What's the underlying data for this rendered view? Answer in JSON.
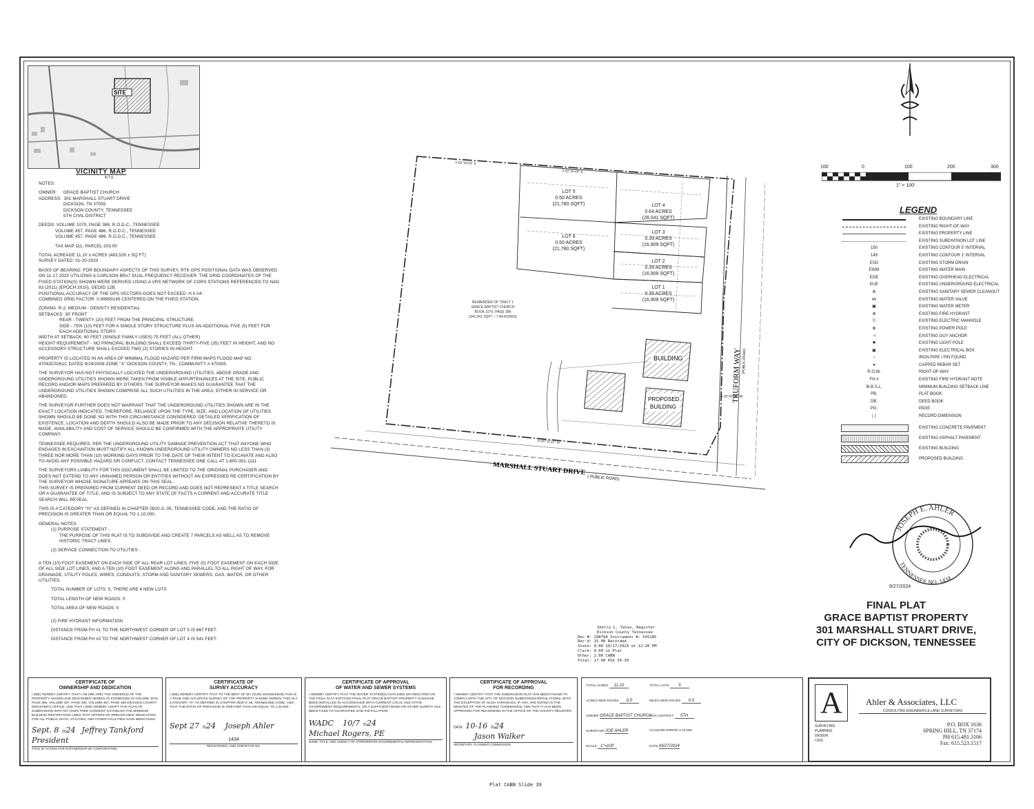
{
  "vicinity_map": {
    "title": "VICINITY MAP",
    "subtitle": "N.T.S.",
    "site_label": "SITE"
  },
  "notes": {
    "heading": "NOTES:",
    "owner_label": "OWNER:",
    "owner": "GRACE BAPTIST CHURCH",
    "address_label": "ADDRESS:",
    "address_lines": [
      "301 MARSHALL STUART DRIVE",
      "DICKSON, TN 37055",
      "DICKSON COUNTY, TENNESSEE",
      "5TH CIVIL DISTRICT"
    ],
    "deeds_label": "DEEDS:",
    "deeds": [
      "VOLUME 1070, PAGE 386, R.O.D.C., TENNESSEE",
      "VOLUME 457, PAGE 486, R.O.D.C., TENNESSEE",
      "VOLUME 457, PAGE 486, R.O.D.C., TENNESSEE"
    ],
    "tax_map": "TAX MAP 111, PARCEL 203.00",
    "total_acreage": "TOTAL ACREAGE 11.10 ± ACRES (483,535 ± SQ FT)",
    "survey_dated": "SURVEY DATED: 01-20-2023",
    "basis_of_bearing": "BASIS OF BEARING: FOR BOUNDARY ASPECTS OF THIS SURVEY, RTK GPS POSITIONAL DATA WAS OBSERVED ON 11-17-2020 UTILIZING A CARLSON BRx7 DUAL FREQUENCY RECEIVER. THE GRID COORDINATES OF THE FIXED STATION(S) SHOWN WERE DERIVED USING A VRS NETWORK OF CORS STATIONS REFERENCED TO NAD 83 (2011) (EPOCH 2010), GEOID 12B.",
    "positional_accuracy": "POSITIONAL ACCURACY OF THE GPS VECTORS DOES NOT EXCEED: H 0.04'.",
    "grid_factor": "COMBINED GRID FACTOR: 0.99993145 CENTERED ON THE FIXED STATION.",
    "zoning": "ZONING:      R-2, MEDIUM - DENSITY RESIDENTIAL",
    "setbacks": [
      "SETBACKS:    30' FRONT",
      "REAR - TWENTY (20) FEET FROM THE PRINCIPAL STRUCTURE.",
      "SIDE - TEN (10) FEET FOR A SINGLE STORY STRUCTURE PLUS AN ADDITIONAL FIVE (5) FEET FOR EACH ADDITIONAL STORY.",
      "WIDTH AT SETBACK: 60 FEET (SINGLE FAMILY USES) 75 FEET (ALL OTHER)",
      "HEIGHT REQUIREMENT - NO PRINCIPAL BUILDING SHALL EXCEED THIRTY-FIVE (35) FEET IN HEIGHT, AND NO ACCESSORY STRUCTURE SHALL EXCEED TWO (2) STORIES IN HEIGHT."
    ],
    "flood": "PROPERTY IS LOCATED IN AN AREA OF MINIMAL FLOOD HAZARD PER FIRM MAPS FLOOD MAP NO. 47043C0261C DATED 9/29/2008 ZONE \"X\" DICKSON COUNTY, TN., COMMUNITY # 470305.",
    "utilities_1": "THE SURVEYOR HAS NOT PHYSICALLY LOCATED THE UNDERGROUND UTILITIES. ABOVE GRADE AND UNDERGROUND UTILITIES SHOWN WERE TAKEN FROM VISIBLE APPURTENANCES AT THE SITE, PUBLIC RECORD AND/OR MAPS PREPARED BY OTHERS. THE SURVEYOR MAKES NO GUARANTEE THAT THE UNDERGROUND UTILITIES SHOWN COMPRISE ALL SUCH UTILITIES IN THE AREA, EITHER IN SERVICE OR ABANDONED.",
    "utilities_2": "THE SURVEYOR FURTHER DOES NOT WARRANT THAT THE UNDERGROUND UTILITIES SHOWN ARE IN THE EXACT LOCATION INDICATED. THEREFORE, RELIANCE UPON THE TYPE, SIZE, AND LOCATION OF UTILITIES SHOWN SHOULD BE DONE SO WITH THIS CIRCUMSTANCE CONSIDERED. DETAILED VERIFICATION OF EXISTENCE, LOCATION AND DEPTH SHOULD ALSO BE MADE PRIOR TO ANY DECISION RELATIVE THERETO IS MADE. AVAILABILITY AND COST OF SERVICE SHOULD BE CONFIRMED WITH THE APPROPRIATE UTILITY COMPANY.",
    "tn_damage": "TENNESSEE REQUIRES, PER THE UNDERGROUND UTILITY DAMAGE PREVENTION ACT THAT ANYONE WHO ENGAGES IN EXCAVATION MUST NOTIFY ALL KNOWN UNDERGROUND UTILITY OWNERS NO LESS THAN (3) THREE NOR MORE THAN (10) WORKING DAYS PRIOR TO THE DATE OF THEIR INTENT TO EXCAVATE AND ALSO TO AVOID ANY POSSIBLE HAZARD OR CONFLICT. CONTACT TENNESSEE ONE CALL AT 1-800-351-1111",
    "liability": "THE SURVEYORS LIABILITY FOR THIS DOCUMENT SHALL BE LIMITED TO THE ORIGINAL PURCHASER AND DOES NOT EXTEND TO ANY UNNAMED PERSON OR ENTITIES WITHOUT AN EXPRESSED RE-CERTIFICATION BY THE SURVEYOR WHOSE SIGNATURE APPEARS ON THIS SEAL.",
    "title_search": "THIS SURVEY IS PREPARED FROM CURRENT DEED OR RECORD AND DOES NOT REPRESENT A TITLE SEARCH OR A GUARANTEE OF TITLE, AND IS SUBJECT TO ANY STATE OF FACTS A CURRENT AND ACCURATE TITLE SEARCH WILL REVEAL.",
    "category": "THIS IS A CATEGORY \"IV\" AS DEFINED IN CHAPTER 0820-3-.05, TENNESSEE CODE, AND THE RATIO OF PRECISION IS GREATER THAN OR EQUAL TO 1:10,000.",
    "general_notes": "GENERAL NOTES:",
    "purpose_head": "(1) PURPOSE STATEMENT -",
    "purpose": "THE PURPOSE OF THIS PLAT IS TO SUBDIVIDE AND CREATE 7 PARCELS AS WELL AS TO REMOVE HISTORIC TRACT LINES.",
    "service_head": "(2) SERVICE CONNECTION TO UTILITIES -",
    "easement": "A TEN (10) FOOT EASEMENT ON EACH SIDE OF ALL REAR LOT LINES, FIVE (5) FOOT EASEMENT ON EACH SIDE OF ALL SIDE LOT LINES, AND A TEN (10) FOOT EASEMENT ALONG AND PARALLEL TO ALL RIGHT OF WAY, FOR DRAINAGE, UTILITY POLES, WIRES, CONDUITS, STORM AND SANITARY SEWERS, GAS, WATER, OR OTHER UTILITIES.",
    "lots": "TOTAL NUMBER OF LOTS:  5, THERE ARE 4 NEW LOTS",
    "roads_length": "TOTAL LENGTH OF NEW ROADS: 0",
    "roads_area": "TOTAL AREA OF NEW ROADS: 0",
    "hydrant_head": "(2) FIRE HYDRANT INFORMATION",
    "hydrant_1": "DISTANCE FROM FH #1 TO THE NORTHWEST CORNER OF LOT 5 IS 667 FEET.",
    "hydrant_2": "DISTANCE FROM FH #2 TO THE NORTHWEST CORNER OF LOT 4 IS 541 FEET."
  },
  "plat": {
    "road_south": "MARSHALL STUART DRIVE",
    "road_south_sub": "( PUBLIC ROAD)",
    "road_east": "TRUFORM WAY",
    "road_east_sub": "(PUBLIC ROAD)",
    "lots": [
      {
        "name": "LOT 5",
        "acres": "0.50 ACRES",
        "sqft": "(21,780 SQFT)"
      },
      {
        "name": "LOT 4",
        "acres": "0.64 ACRES",
        "sqft": "(28,041 SQFT)"
      },
      {
        "name": "LOT 6",
        "acres": "0.50 ACRES",
        "sqft": "(21,780 SQFT)"
      },
      {
        "name": "LOT 3",
        "acres": "0.39 ACRES",
        "sqft": "(16,909 SQFT)"
      },
      {
        "name": "LOT 2",
        "acres": "0.39 ACRES",
        "sqft": "(16,909 SQFT)"
      },
      {
        "name": "LOT 1",
        "acres": "0.39 ACRES",
        "sqft": "(16,909 SQFT)"
      }
    ],
    "building": "BUILDING",
    "proposed_building_1": "PROPOSED",
    "proposed_building_2": "BUILDING",
    "remainder": "REMAINDER OF TRACT 1",
    "remainder_owner": "GRACE BAPTIST CHURCH",
    "remainder_deed": "BOOK 1070, PAGE 386",
    "remainder_size": "(341,641 SQFT ~ 7.84 ACRES)",
    "bearing_top_1": "S 82°26'49\" E",
    "bearing_top_2": "S 82°26'49\" E",
    "bearing_bottom": "N 80°16'11\" W",
    "bearing_east": "S 02°47'39\" W"
  },
  "scale": {
    "ticks": [
      "100",
      "0",
      "100",
      "200",
      "300"
    ],
    "label": "1\" = 100'"
  },
  "legend": {
    "title": "LEGEND",
    "items": [
      {
        "sym": "",
        "label": "EXISTING BOUNDARY LINE"
      },
      {
        "sym": "",
        "label": "EXISTING RIGHT-OF-WAY"
      },
      {
        "sym": "",
        "label": "EXISTING PROPERTY LINE"
      },
      {
        "sym": "",
        "label": "EXISTING SUBDIVISION LOT LINE"
      },
      {
        "sym": "150",
        "label": "EXISTING CONTOUR 5' INTERVAL"
      },
      {
        "sym": "149",
        "label": "EXISTING CONTOUR 1' INTERVAL"
      },
      {
        "sym": "ESD",
        "label": "EXISTING STORM DRAIN"
      },
      {
        "sym": "EWM",
        "label": "EXISTING WATER MAIN"
      },
      {
        "sym": "EOE",
        "label": "EXISTING OVERHEAD ELECTRICAL"
      },
      {
        "sym": "EUE",
        "label": "EXISTING UNDERGROUND ELECTRICAL"
      },
      {
        "sym": "⊛",
        "label": "EXISTING SANITARY SEWER CLEANOUT"
      },
      {
        "sym": "⋈",
        "label": "EXISTING WATER VALVE"
      },
      {
        "sym": "▣",
        "label": "EXISTING WATER METER"
      },
      {
        "sym": "⊕",
        "label": "EXISTING FIRE HYDRANT"
      },
      {
        "sym": "ⓔ",
        "label": "EXISTING ELECTRIC MANHOLE"
      },
      {
        "sym": "⊗",
        "label": "EXISTING POWER POLE"
      },
      {
        "sym": "⊣",
        "label": "EXISTING GUY ANCHOR"
      },
      {
        "sym": "✹",
        "label": "EXISTING LIGHT POLE"
      },
      {
        "sym": "▣",
        "label": "EXISTING ELECTRICAL BOX"
      },
      {
        "sym": "○",
        "label": "IRON PIPE / PIN FOUND"
      },
      {
        "sym": "●",
        "label": "CAPPED REBAR SET"
      },
      {
        "sym": "R.O.W.",
        "label": "RIGHT-OF-WAY"
      },
      {
        "sym": "FH #",
        "label": "EXISTING FIRE HYDRANT NOTE"
      },
      {
        "sym": "M.B.S.L.",
        "label": "MINIMUM BUILDING SETBACK LINE"
      },
      {
        "sym": "PB.",
        "label": "PLAT BOOK"
      },
      {
        "sym": "DB.",
        "label": "DEED BOOK"
      },
      {
        "sym": "PG.",
        "label": "PAGE"
      },
      {
        "sym": "(      )",
        "label": "RECORD DIMENSION"
      }
    ],
    "hatches": [
      {
        "label": "EXISTING CONCRETE PAVEMENT"
      },
      {
        "label": "EXISTING ASPHALT PAVEMENT"
      },
      {
        "label": "EXISTING BUILDING"
      },
      {
        "label": "PROPOSED BUILDING"
      }
    ]
  },
  "seal": {
    "name": "JOSEPH E. AHLER",
    "state": "TENNESSEE NO. 1434",
    "date": "9/27/2024"
  },
  "title_block": {
    "line1": "FINAL PLAT",
    "line2": "GRACE BAPTIST PROPERTY",
    "line3": "301 MARSHALL STUART DRIVE,",
    "line4": "CITY OF DICKSON, TENNESSEE"
  },
  "recorder": {
    "lines": [
      "Shelly L. Yates, Register",
      "Dickson County Tennessee",
      "Rec #: 298794        Instrument #: 545185",
      "Rec'd:    15.00             Recorded",
      "State:     0.00    10/17/2024 at 12:20 PM",
      "Clerk:     0.00            in Plat",
      "Other:     2.00             CABN",
      "Total:    17.00        PGS 39-39"
    ]
  },
  "certificates": [
    {
      "title1": "CERTIFICATE OF",
      "title2": "OWNERSHIP AND DEDICATION",
      "body": "I (WE) HEREBY CERTIFY THAT I AM (WE ARE) THE OWNER(S) OF THE PROPERTY SHOWN AND DESCRIBED HEREIN AS EVIDENCED IN VOLUME 1070, PAGE 386, VOLUME 457, PAGE 486, VOLUME 457, PAGE 486 DICKSON COUNTY REGISTER'S OFFICE, AND THAT I (WE) HEREBY ADOPT THIS PLAN OF SUBDIVISION WITH MY (OUR) FREE CONSENT, ESTABLISH THE MINIMUM BUILDING RESTRICTION LINES THAT OFFERS OF IRREVOCABLE DEDICATION FOR ALL PUBLIC WAYS, UTILITIES, AND OTHER FACILITIES HAVE BEEN FILED.",
      "date": "Sept. 8",
      "year": "24",
      "signer": "Jeffrey Tankford",
      "role": "President",
      "foot": "TITLE (IF ACTING FOR PARTNERSHIP OF CORPORATION)"
    },
    {
      "title1": "CERTIFICATE OF",
      "title2": "SURVEY ACCURACY",
      "body": "I (WE) HEREBY CERTIFY THAT TO THE BEST OF MY (OUR) KNOWLEDGE THIS IS A TRUE AND ACCURATE SURVEY OF THE PROPERTY SHOWN HEREIN; THIS IS A CATEGORY \"IV\" AS DEFINED IN CHAPTER 0820-3-.05, TENNESSEE CODE, AND THAT THE RATIO OF PRECISION IS GREATER THAN OR EQUAL TO 1:10,000.",
      "date": "Sept 27",
      "year": "24",
      "signer": "Joseph Ahler",
      "role": "1434",
      "foot": "REGISTERED LAND SURVEYOR NO."
    },
    {
      "title1": "CERTIFICATE OF APPROVAL",
      "title2": "OF WATER AND SEWER SYSTEMS",
      "body": "I HEREBY CERTIFY THAT THE WATER SYSTEM(S) OUTLINED OR INDICATED ON THE FINAL PLAT ENTITLED FINAL PLAT GRACE BAPTIST PROPERTY HAS/HAVE BEEN INSTALLED IN ACCORDANCE WITH CURRENT LOCAL AND STATE GOVERNMENT REQUIREMENTS, OR A SUFFICIENT BOND OR OTHER SURETY HAS BEEN FILED TO GUARANTEE SAID INSTALLATION.",
      "date": "10/7",
      "year": "24",
      "signer": "WADC",
      "role": "Michael Rogers, PE",
      "foot": "NAME, TITLE, AND AGENCY OF APPROPRIATE GOVERNMENTAL REPRESENTATIVE"
    },
    {
      "title1": "CERTIFICATE OF APPROVAL",
      "title2": "FOR RECORDING",
      "body": "I HEREBY CERTIFY THAT THE SUBDIVISION PLAT HAS BEEN FOUND TO COMPLY WITH THE CITY OF DICKSON SUBDIVISION REGULATIONS, WITH THE EXCEPTION OF SUCH VARIANCES, IF ANY, ARE NOTED IN THE MINUTES OF THE PLANNING COMMISSION, AND THAT IT HAS BEEN APPROVED FOR RECORDING IN THE OFFICE OF THE COUNTY REGISTER.",
      "date": "10-16",
      "year": "24",
      "signer": "Jason Walker",
      "role": "",
      "foot": "SECRETARY, PLANNING COMMISSION"
    }
  ],
  "info": {
    "total_acres_label": "TOTAL ACRES",
    "total_acres": "11.10",
    "total_lots_label": "TOTAL LOTS",
    "total_lots": "5",
    "new_roads_label": "ACRES NEW ROADS",
    "new_roads": "0.0",
    "new_roads_miles_label": "MILES NEW ROADS",
    "new_roads_miles": "0.0",
    "owner_label": "OWNER",
    "owner": "GRACE BAPTIST CHURCH",
    "district_label": "CIVIL DISTRICT",
    "district": "5TH",
    "surveyor_label": "SURVEYOR",
    "surveyor": "JOE AHLER",
    "closure_label": "CLOSURE ERROR 1:10,000",
    "closure": "",
    "scale_label": "SCALE",
    "scale": "1\"=100'",
    "date_label": "DATE",
    "date": "09/27/2024"
  },
  "firm": {
    "letter": "A",
    "name": "Ahler & Associates, LLC",
    "tagline": "CONSULTING ENGINEERS & LAND SURVEYORS",
    "services": [
      "SURVEYING",
      "PLANNING",
      "DESIGN",
      "CIVIL"
    ],
    "address": [
      "P.O. BOX 1636",
      "SPRING HILL, TN 37174",
      "PH 615.481.3106",
      "Fax: 615.523.1517"
    ]
  },
  "footer": "Plat CABN Slide 39"
}
